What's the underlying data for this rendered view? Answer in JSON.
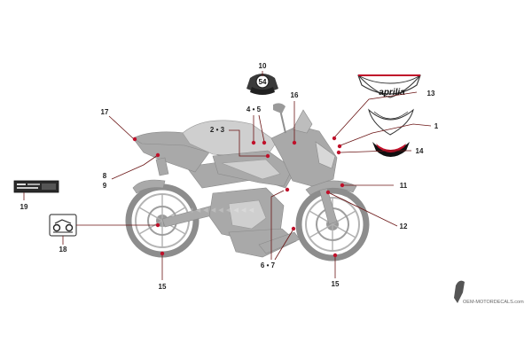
{
  "callouts": {
    "c1": "1",
    "c2_3": "2 • 3",
    "c4_5": "4 • 5",
    "c6_7": "6 • 7",
    "c8": "8",
    "c9": "9",
    "c10": "10",
    "c11": "11",
    "c12": "12",
    "c13": "13",
    "c14": "14",
    "c15_rear": "15",
    "c15_front": "15",
    "c16": "16",
    "c17": "17",
    "c18": "18",
    "c19": "19"
  },
  "badge": {
    "number": "54"
  },
  "decals": {
    "brand_text": "aprilia"
  },
  "watermark": {
    "text": "OEM-MOTORDECALS.com"
  },
  "colors": {
    "callout_dot": "#c0102a",
    "leader_line": "#6b1515",
    "bike_gray": "#a9a9a9",
    "decal_red": "#c0102a"
  }
}
